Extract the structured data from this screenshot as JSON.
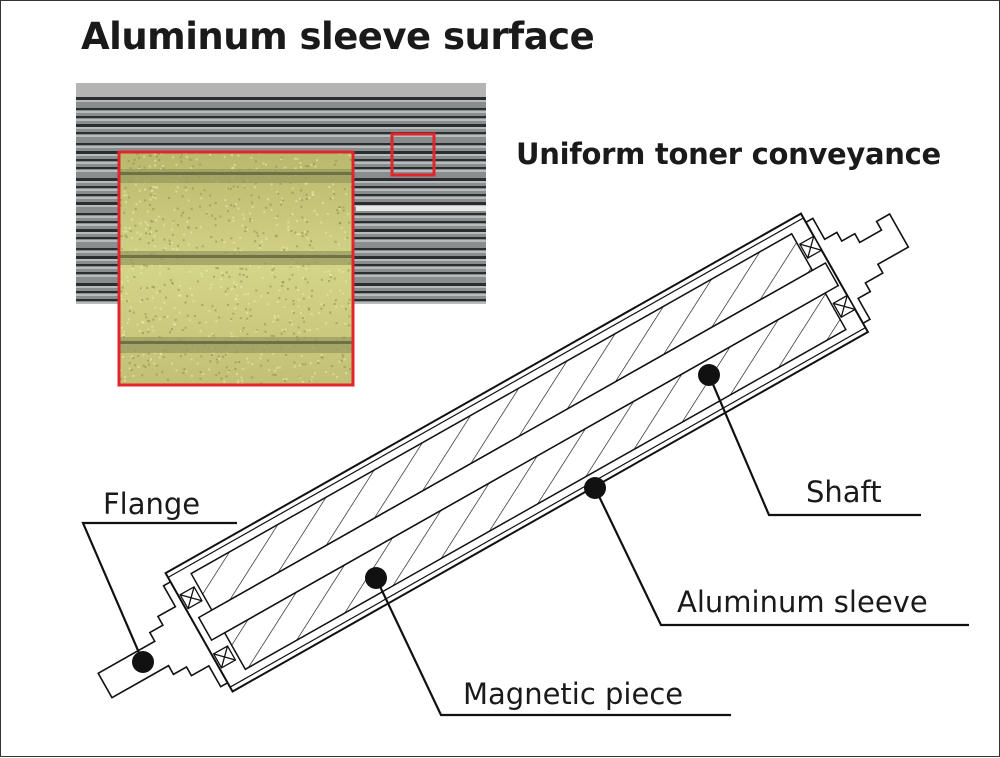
{
  "title": "Aluminum sleeve surface",
  "subtitle": "Uniform toner conveyance",
  "callouts": {
    "flange": "Flange",
    "shaft": "Shaft",
    "aluminum_sleeve": "Aluminum sleeve",
    "magnetic_piece": "Magnetic piece"
  },
  "colors": {
    "highlight": "#e0262b",
    "sleeve_photo": "#8c8f90",
    "micro_photo": "#c8c77a",
    "line": "#111111"
  }
}
